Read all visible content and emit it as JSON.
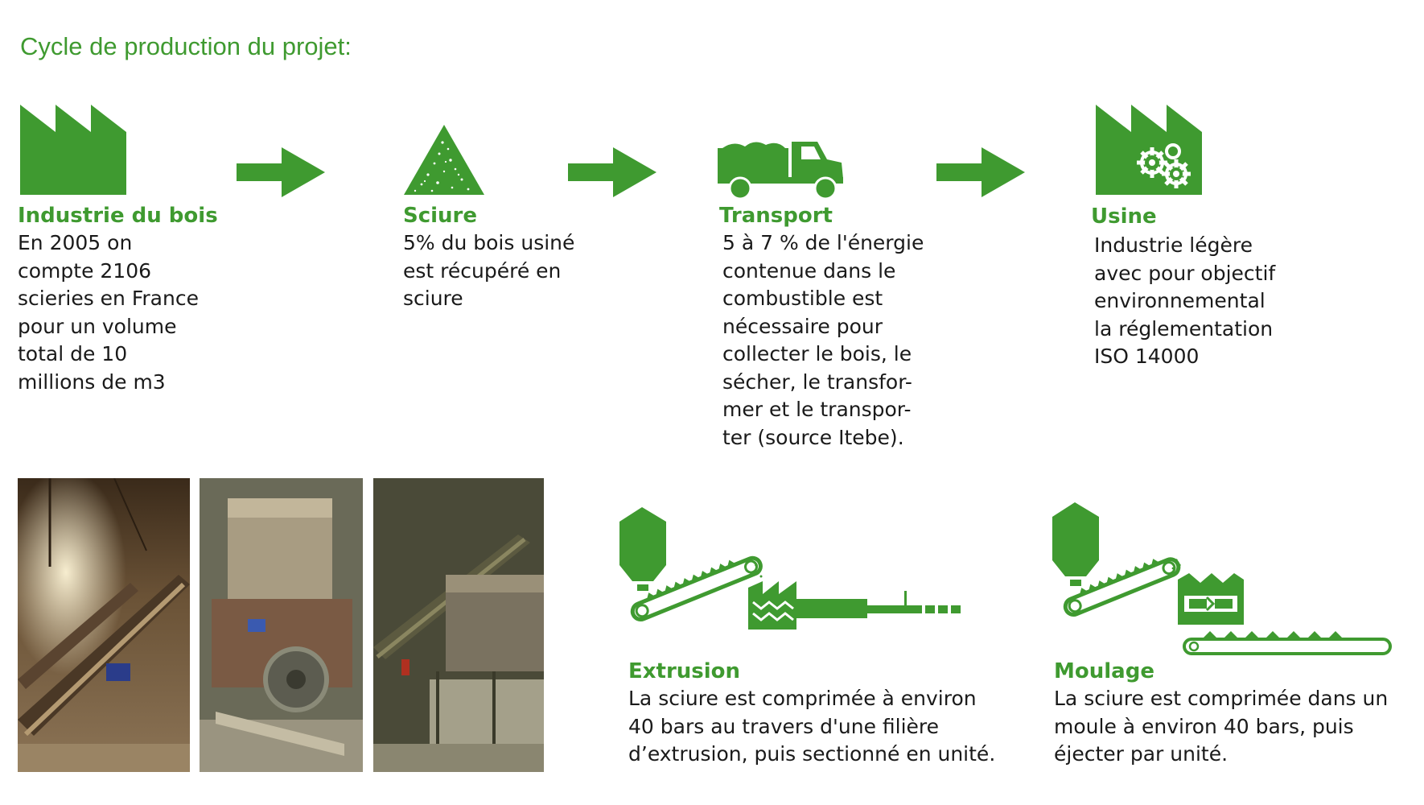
{
  "title": "Cycle de production du projet:",
  "colors": {
    "green": "#3f9a30",
    "text": "#1a1a1a"
  },
  "steps": [
    {
      "id": "industrie",
      "title": "Industrie du bois",
      "icon": "factory-icon",
      "text": "En 2005 on\ncompte 2106\nscieries en France\npour un volume\ntotal de 10\nmillions de m3"
    },
    {
      "id": "sciure",
      "title": "Sciure",
      "icon": "sawdust-pile-icon",
      "text": "5% du bois usiné\nest récupéré en\nsciure"
    },
    {
      "id": "transport",
      "title": "Transport",
      "icon": "truck-icon",
      "text": "5 à 7 % de l'énergie\ncontenue dans le\ncombustible est\nnécessaire pour\ncollecter le bois, le\nsécher, le transfor-\nmer et le transpor-\nter (source Itebe)."
    },
    {
      "id": "usine",
      "title": "Usine",
      "icon": "factory-gears-icon",
      "text": "Industrie légère\navec pour objectif\nenvironnemental\nla réglementation\nISO 14000"
    }
  ],
  "processes": [
    {
      "id": "extrusion",
      "title": "Extrusion",
      "icon": "extrusion-process-icon",
      "text": "La sciure est comprimée à environ\n40 bars au travers d'une filière\nd’extrusion, puis sectionné en unité."
    },
    {
      "id": "moulage",
      "title": "Moulage",
      "icon": "molding-process-icon",
      "text": "La sciure est comprimée dans un\nmoule à environ 40 bars, puis\néjecter par unité."
    }
  ],
  "photos": [
    "sawmill-conveyor-photo",
    "sawmill-machine-photo",
    "sawmill-hopper-photo"
  ]
}
